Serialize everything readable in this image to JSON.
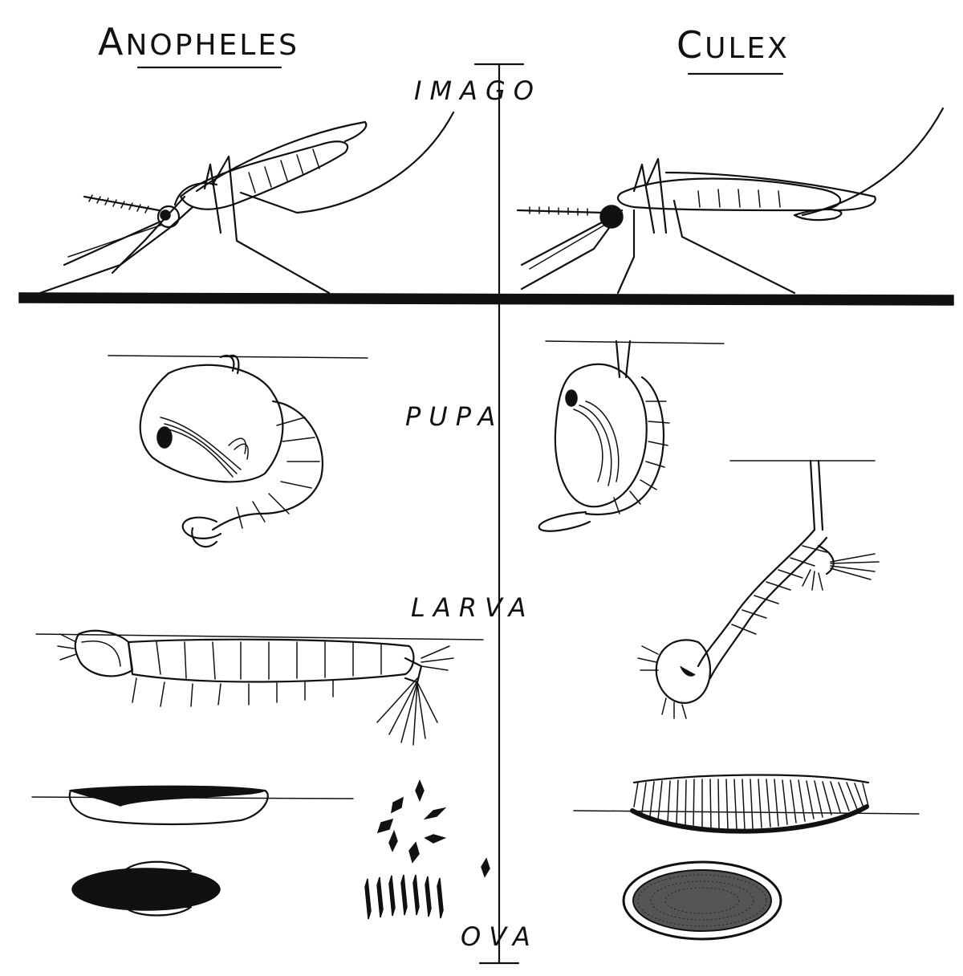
{
  "genera": {
    "left": {
      "initial": "A",
      "rest": "NOPHELES"
    },
    "right": {
      "initial": "C",
      "rest": "ULEX"
    }
  },
  "stages": {
    "imago": "IMAGO",
    "pupa": "PUPA",
    "larva": "LARVA",
    "ova": "OVA"
  }
}
